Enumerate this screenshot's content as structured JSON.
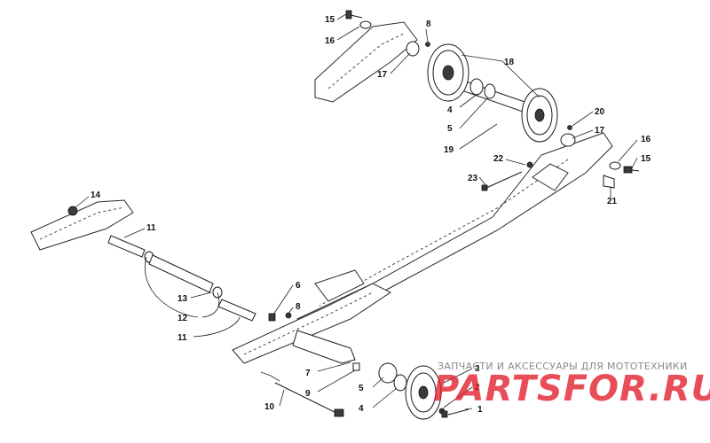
{
  "diagram": {
    "labels": {
      "l1": "1",
      "l2": "2",
      "l3": "3",
      "l4a": "4",
      "l4b": "4",
      "l5a": "5",
      "l5b": "5",
      "l6": "6",
      "l7": "7",
      "l8a": "8",
      "l8b": "8",
      "l9": "9",
      "l10": "10",
      "l11a": "11",
      "l11b": "11",
      "l12": "12",
      "l13": "13",
      "l14": "14",
      "l15a": "15",
      "l15b": "15",
      "l16a": "16",
      "l16b": "16",
      "l17a": "17",
      "l17b": "17",
      "l18": "18",
      "l19": "19",
      "l20": "20",
      "l21": "21",
      "l22": "22",
      "l23": "23"
    }
  },
  "watermark": {
    "caption": "ЗАПЧАСТИ И АКСЕССУАРЫ ДЛЯ МОТОТЕХНИКИ",
    "logo": "PARTSFOR.RU"
  },
  "colors": {
    "accent": "#e21d2b",
    "ink": "#1a1a1a"
  }
}
